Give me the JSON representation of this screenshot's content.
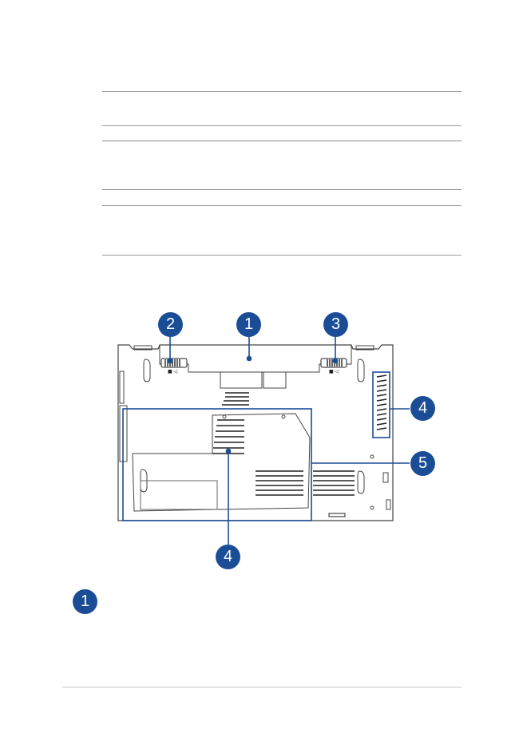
{
  "accent_color": "#1b4d97",
  "callouts": {
    "top": [
      "2",
      "1",
      "3"
    ],
    "right_upper": "4",
    "right_lower": "5",
    "bottom": "4",
    "legend_item": "1"
  },
  "icons": {
    "latch_left": "battery-lock-icon",
    "latch_right": "battery-lock-icon"
  }
}
